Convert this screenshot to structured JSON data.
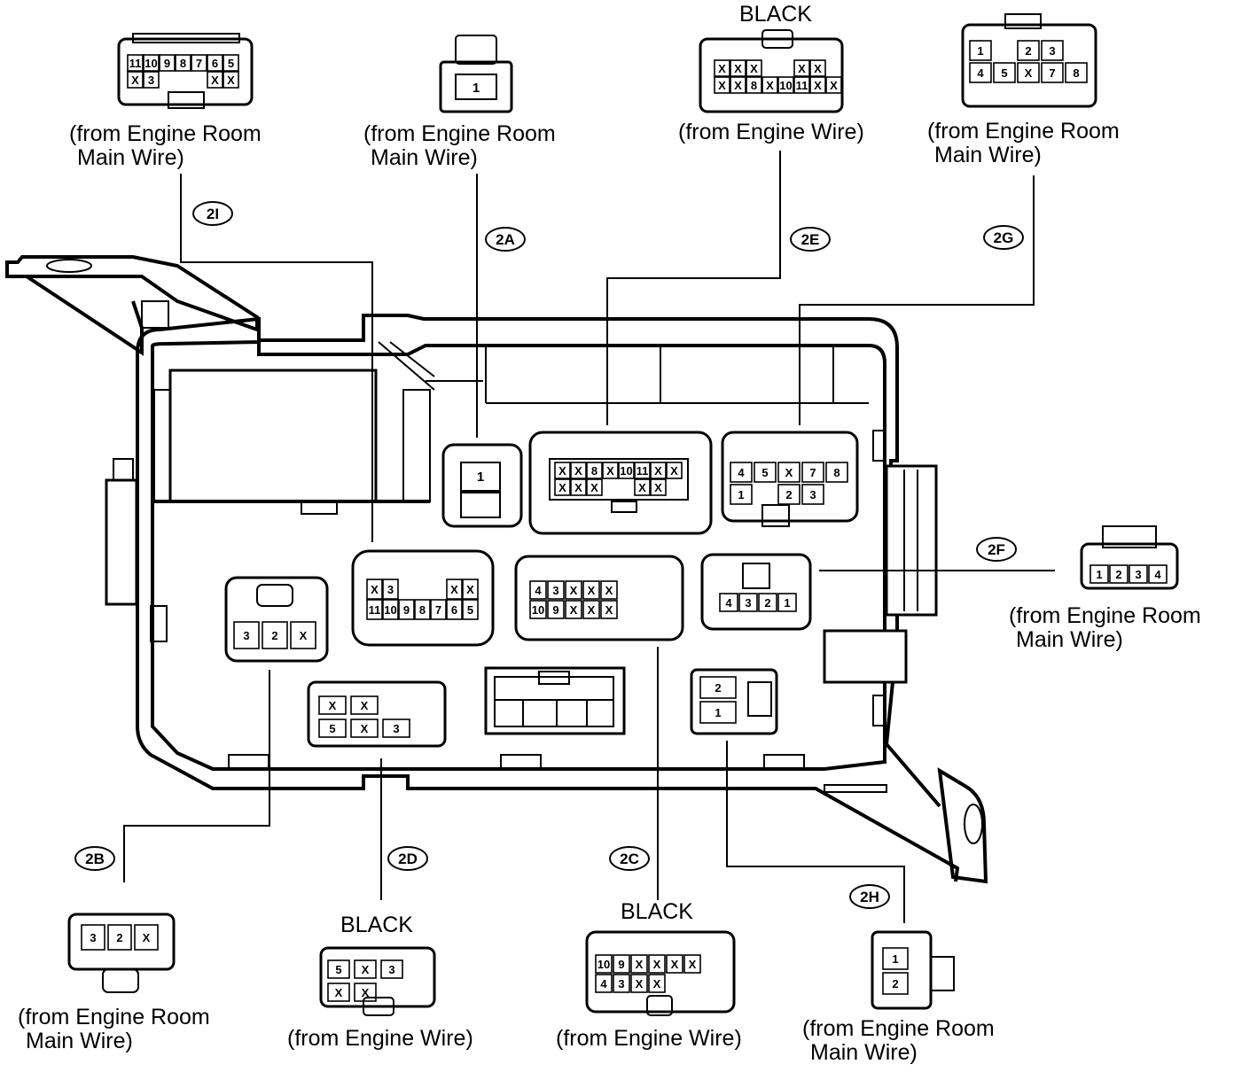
{
  "connectors": [
    {
      "id": "2I",
      "tag": "2I",
      "caption": [
        "(from Engine Room",
        "Main Wire)"
      ],
      "color": "",
      "pins": [
        [
          "11",
          "10",
          "9",
          "8",
          "7",
          "6",
          "5"
        ],
        [
          "X",
          "3",
          "",
          "",
          "",
          "X",
          "X"
        ]
      ],
      "body_pins": [
        [
          "X",
          "3",
          "",
          "",
          "",
          "X",
          "X"
        ],
        [
          "11",
          "10",
          "9",
          "8",
          "7",
          "6",
          "5"
        ]
      ]
    },
    {
      "id": "2A",
      "tag": "2A",
      "caption": [
        "(from Engine Room",
        "Main Wire)"
      ],
      "color": "",
      "pins": [
        [
          "1"
        ]
      ],
      "body_pins": [
        [
          "1"
        ]
      ]
    },
    {
      "id": "2E",
      "tag": "2E",
      "caption": [
        "(from Engine Wire)"
      ],
      "color": "BLACK",
      "pins": [
        [
          "X",
          "X",
          "X",
          "",
          "",
          "X",
          "X"
        ],
        [
          "X",
          "X",
          "8",
          "X",
          "10",
          "11",
          "X",
          "X"
        ]
      ],
      "body_pins": [
        [
          "X",
          "X",
          "8",
          "X",
          "10",
          "11",
          "X",
          "X"
        ],
        [
          "X",
          "X",
          "X",
          "",
          "",
          "X",
          "X"
        ]
      ]
    },
    {
      "id": "2G",
      "tag": "2G",
      "caption": [
        "(from Engine Room",
        "Main Wire)"
      ],
      "color": "",
      "pins": [
        [
          "1",
          "",
          "2",
          "3"
        ],
        [
          "4",
          "5",
          "X",
          "7",
          "8"
        ]
      ],
      "body_pins": [
        [
          "4",
          "5",
          "X",
          "7",
          "8"
        ],
        [
          "1",
          "",
          "2",
          "3"
        ]
      ]
    },
    {
      "id": "2F",
      "tag": "2F",
      "caption": [
        "(from Engine Room",
        "Main Wire)"
      ],
      "color": "",
      "pins": [
        [
          "1",
          "2",
          "3",
          "4"
        ]
      ],
      "body_pins": [
        [
          "4",
          "3",
          "2",
          "1"
        ]
      ]
    },
    {
      "id": "2B",
      "tag": "2B",
      "caption": [
        "(from Engine Room",
        "Main Wire)"
      ],
      "color": "",
      "pins": [
        [
          "3",
          "2",
          "X"
        ]
      ],
      "body_pins": [
        [
          "3",
          "2",
          "X"
        ]
      ]
    },
    {
      "id": "2D",
      "tag": "2D",
      "caption": [
        "(from Engine Wire)"
      ],
      "color": "BLACK",
      "pins": [
        [
          "5",
          "X",
          "3"
        ],
        [
          "X",
          "X"
        ]
      ],
      "body_pins": [
        [
          "X",
          "X"
        ],
        [
          "5",
          "X",
          "3"
        ]
      ]
    },
    {
      "id": "2C",
      "tag": "2C",
      "caption": [
        "(from Engine Wire)"
      ],
      "color": "BLACK",
      "pins": [
        [
          "10",
          "9",
          "X",
          "X",
          "X",
          "X"
        ],
        [
          "4",
          "3",
          "X",
          "X"
        ]
      ],
      "body_pins": [
        [
          "4",
          "3",
          "X",
          "X",
          "X"
        ],
        [
          "10",
          "9",
          "X",
          "X",
          "X"
        ]
      ]
    },
    {
      "id": "2H",
      "tag": "2H",
      "caption": [
        "(from Engine Room",
        "Main Wire)"
      ],
      "color": "",
      "pins": [
        [
          "1"
        ],
        [
          "2"
        ]
      ],
      "body_pins": [
        [
          "2"
        ],
        [
          "1"
        ]
      ]
    }
  ]
}
